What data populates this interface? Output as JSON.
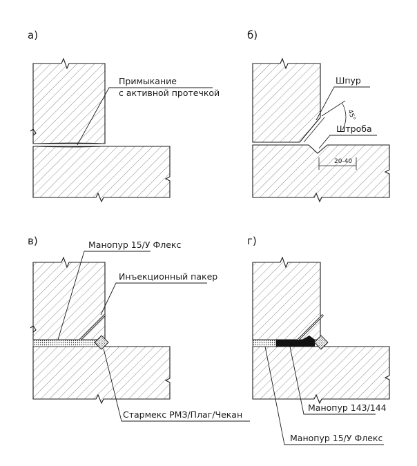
{
  "panels": {
    "a": {
      "letter": "а)",
      "labels": {
        "line1": "Примыкание",
        "line2": "с активной протечкой"
      }
    },
    "b": {
      "letter": "б)",
      "labels": {
        "shpur": "Шпур",
        "shtroba": "Штроба",
        "angle": "45°",
        "width": "20-40"
      }
    },
    "v": {
      "letter": "в)",
      "labels": {
        "manopur15": "Манопур 15/У Флекс",
        "packer": "Инъекционный пакер",
        "starmex": "Стармекс РМЗ/Плаг/Чекан"
      }
    },
    "g": {
      "letter": "г)",
      "labels": {
        "manopur143": "Манопур 143/144",
        "manopur15": "Манопур 15/У Флекс"
      }
    }
  },
  "colors": {
    "ink": "#1a1a1a",
    "background": "#ffffff",
    "hatch": "#3a3a3a"
  }
}
